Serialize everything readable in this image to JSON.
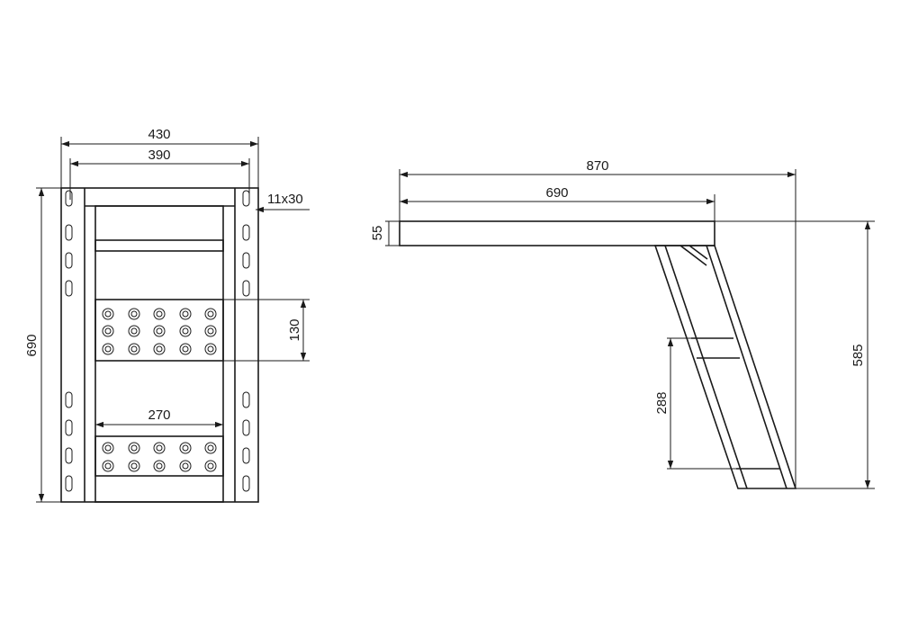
{
  "front_view": {
    "width_outer": "430",
    "width_inner": "390",
    "slot_size": "11x30",
    "height": "690",
    "plate_height": "130",
    "step_width": "270"
  },
  "side_view": {
    "total_length": "870",
    "platform_length": "690",
    "platform_thickness": "55",
    "total_height": "585",
    "lower_height": "288"
  }
}
